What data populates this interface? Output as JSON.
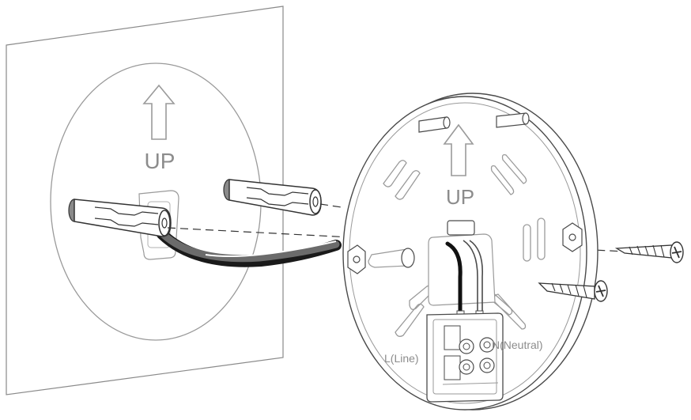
{
  "wall": {
    "up_label": "UP"
  },
  "mount_plate": {
    "up_label": "UP",
    "line_label": "L(Line)",
    "neutral_label": "N(Neutral)"
  },
  "colors": {
    "stroke": "#4a4a4a",
    "light_stroke": "#9a9a9a",
    "label": "#8c8c8c",
    "cable": "#1a1a1a",
    "cable_grey": "#6b6b6b",
    "anchor_cap": "#8a8a8a"
  }
}
